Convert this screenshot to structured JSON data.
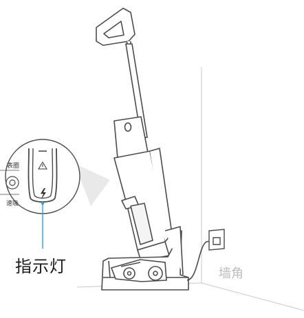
{
  "labels": {
    "indicator_light": "指示灯",
    "wall_corner": "墙角",
    "callout_top_fragment": "表圈",
    "callout_bottom_fragment": "速吸"
  },
  "icons": {
    "warning": "warning-icon",
    "charging": "lightning-icon"
  },
  "colors": {
    "line": "#4a4a4a",
    "callout_pointer": "#2aa5d8",
    "wall_line": "#c8c8c8",
    "shadow": "#e9e9e9"
  }
}
